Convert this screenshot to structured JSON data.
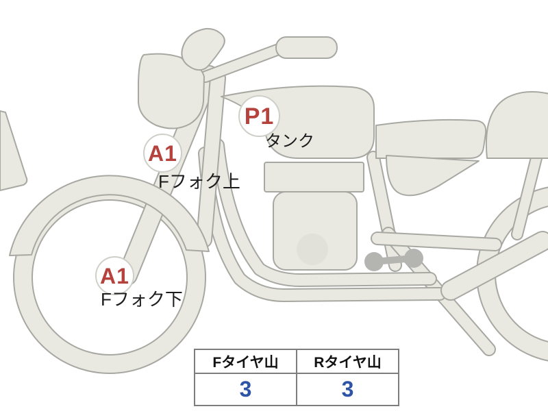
{
  "diagram": {
    "name": "motorcycle-condition-diagram",
    "markers": [
      {
        "code": "P1",
        "label": "タンク"
      },
      {
        "code": "A1",
        "label": "Fフォク上"
      },
      {
        "code": "A1",
        "label": "Fフォク下"
      }
    ]
  },
  "tire_table": {
    "headers": {
      "front": "Fタイヤ山",
      "rear": "Rタイヤ山"
    },
    "values": {
      "front": "3",
      "rear": "3"
    }
  },
  "colors": {
    "body_fill": "#e9e9e2",
    "body_outline": "#a8a8a3",
    "marker_text": "#b5423c",
    "marker_border": "#cfcfc9",
    "label_text": "#1c1c1c",
    "tire_value_blue": "#2e54a6",
    "table_border": "#7d7d7d"
  }
}
